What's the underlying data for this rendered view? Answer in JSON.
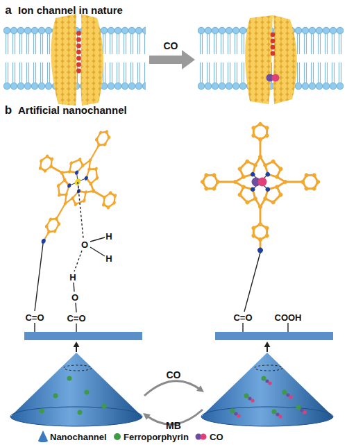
{
  "diagram": {
    "labels": [
      "a",
      "Ion channel in nature",
      "CO",
      "b",
      "Artificial nanochannel",
      "O",
      "H",
      "H",
      "C=O",
      "H",
      "O",
      "C=O",
      "C=O",
      "COOH",
      "CO",
      "MB"
    ],
    "legend": [
      {
        "text": "Nanochannel"
      },
      {
        "text": "Ferroporphyrin",
        "color": "#3f9a45"
      },
      {
        "text": "CO"
      }
    ]
  }
}
